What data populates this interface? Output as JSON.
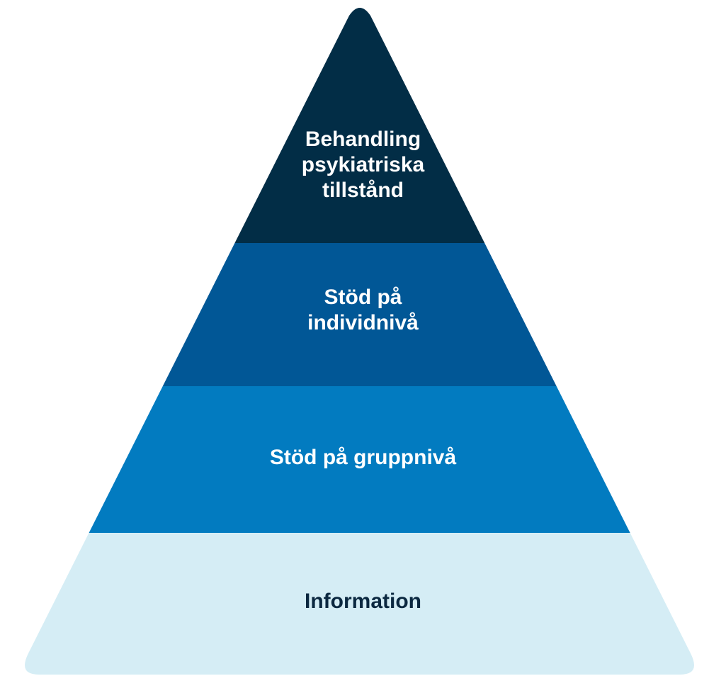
{
  "colors": {
    "level1": "#022d46",
    "level2": "#015796",
    "level3": "#027bc0",
    "level4": "#d5edf5",
    "text_light": "#ffffff",
    "text_dark": "#0b2840"
  },
  "levels": [
    {
      "lines": [
        "Behandling",
        "psykiatriska",
        "tillstånd"
      ]
    },
    {
      "lines": [
        "Stöd på",
        "individnivå"
      ]
    },
    {
      "lines": [
        "Stöd på gruppnivå"
      ]
    },
    {
      "lines": [
        "Information"
      ]
    }
  ]
}
